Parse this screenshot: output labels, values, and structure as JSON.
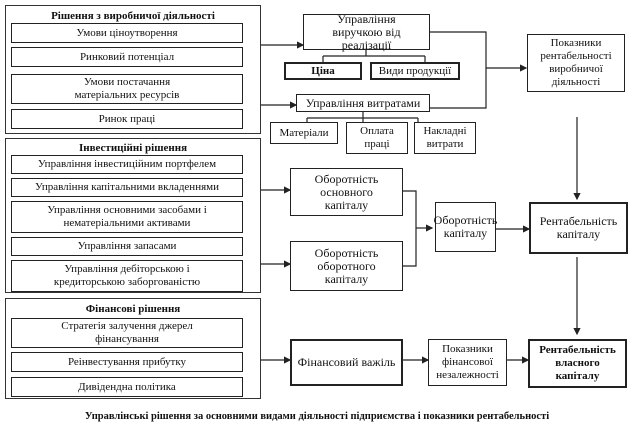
{
  "groups": {
    "production": {
      "title": "Рішення з виробничої діяльності",
      "items": [
        "Умови ціноутворення",
        "Ринковий потенціал",
        "Умови постачання матеріальних ресурсів",
        "Ринок праці"
      ]
    },
    "investment": {
      "title": "Інвестиційні рішення",
      "items": [
        "Управління інвестиційним портфелем",
        "Управління капітальними вкладеннями",
        "Управління основними засобами і нематеріальними активами",
        "Управління запасами",
        "Управління дебіторською і кредиторською заборгованістю"
      ]
    },
    "financial": {
      "title": "Фінансові рішення",
      "items": [
        "Стратегія залучення джерел фінансування",
        "Реінвестування прибутку",
        "Дивідендна політика"
      ]
    }
  },
  "nodes": {
    "revenue_mgmt": "Управління виручкою від реалізації",
    "price": "Ціна",
    "product_types": "Види продукції",
    "cost_mgmt": "Управління витратами",
    "materials": "Матеріали",
    "labor_pay": "Оплата праці",
    "overhead": "Накладні витрати",
    "prod_profitability": "Показники рентабельності виробничої діяльності",
    "fixed_capital_turnover": "Оборотність основного капіталу",
    "working_capital_turnover": "Оборотність оборотного капіталу",
    "capital_turnover": "Оборотність капіталу",
    "capital_profitability": "Рентабельність капіталу",
    "financial_leverage": "Фінансовий важіль",
    "fin_independence": "Показники фінансової незалежності",
    "equity_profitability": "Рентабельність власного капіталу"
  },
  "caption": "Управлінські рішення за основними видами діяльності підприємства і показники рентабельності"
}
